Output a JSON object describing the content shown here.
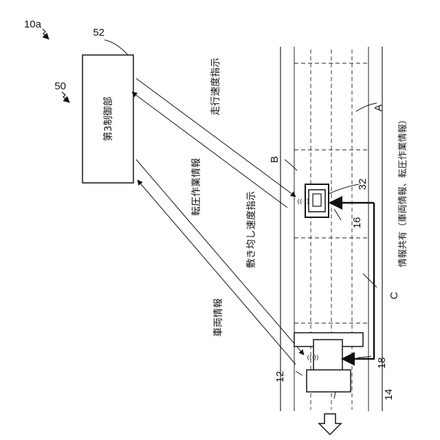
{
  "labels": {
    "ref_10a": "10a",
    "ref_50": "50",
    "ref_52": "52",
    "ref_a": "A",
    "ref_b": "B",
    "ref_c": "C",
    "ref_32": "32",
    "ref_16": "16",
    "ref_12": "12",
    "ref_14": "14",
    "ref_18": "18",
    "controller": "第3制御部",
    "travel_speed": "走行速度指示",
    "rolling_work": "転圧作業情報",
    "spreading_speed": "敷き均し速度指示",
    "vehicle_info": "車両情報",
    "info_share": "情報共有（車両情報、転圧作業情報）"
  }
}
